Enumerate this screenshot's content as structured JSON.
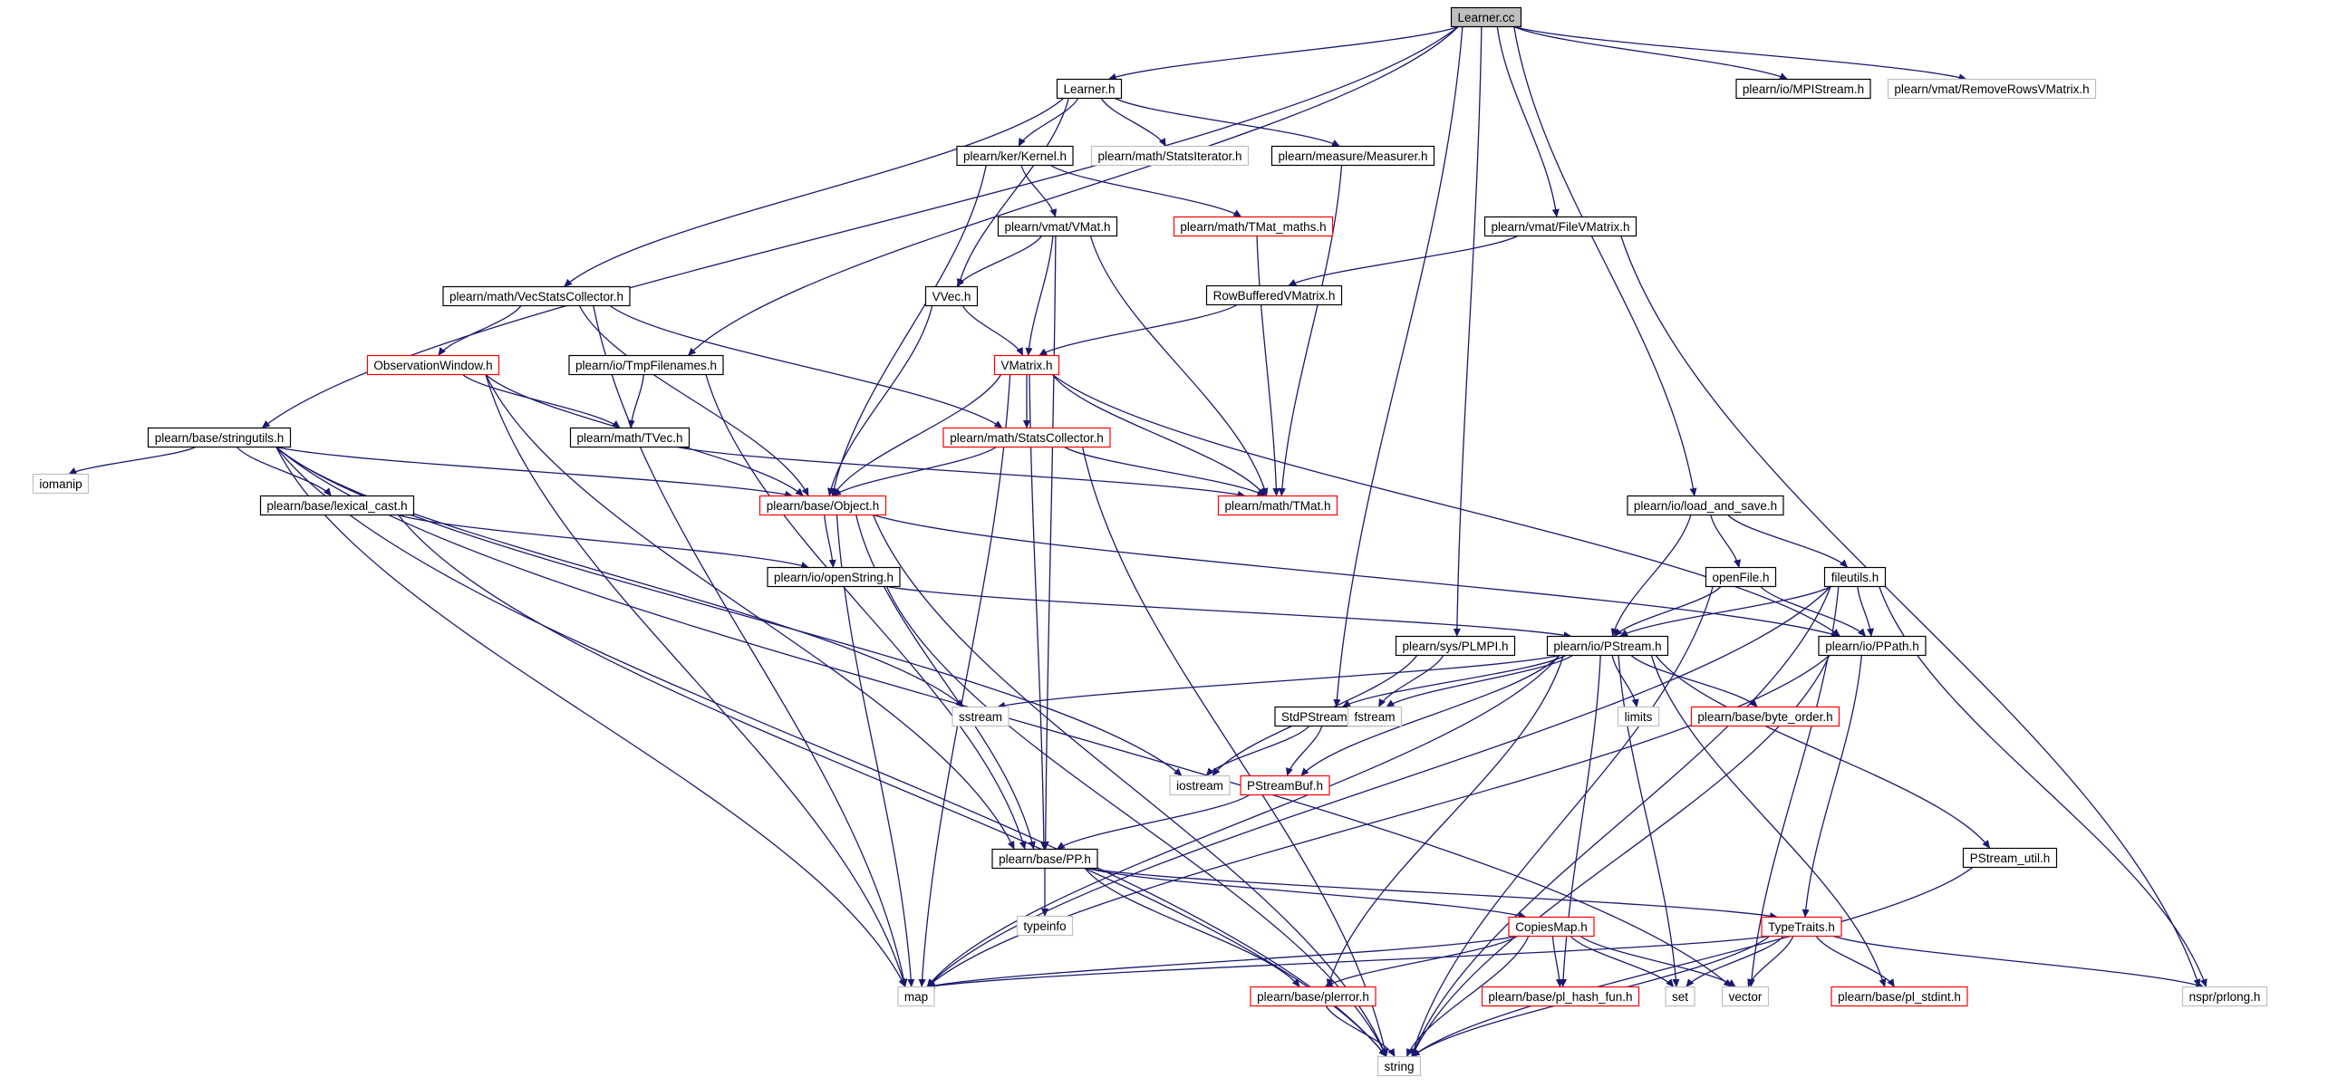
{
  "colors": {
    "edge": "#191970",
    "documented": "#000000",
    "truncated": "#ff0000",
    "external": "#bfbfbf",
    "root_fill": "#bfbfbf"
  },
  "nodes": {
    "n0": {
      "label": "Learner.cc",
      "kind": "root"
    },
    "n1": {
      "label": "Learner.h",
      "kind": "doc"
    },
    "n2": {
      "label": "plearn/io/MPIStream.h",
      "kind": "doc"
    },
    "n3": {
      "label": "plearn/vmat/RemoveRowsVMatrix.h",
      "kind": "ext"
    },
    "n4": {
      "label": "plearn/ker/Kernel.h",
      "kind": "doc"
    },
    "n5": {
      "label": "plearn/math/StatsIterator.h",
      "kind": "ext"
    },
    "n6": {
      "label": "plearn/measure/Measurer.h",
      "kind": "doc"
    },
    "n7": {
      "label": "plearn/vmat/VMat.h",
      "kind": "doc"
    },
    "n8": {
      "label": "plearn/math/TMat_maths.h",
      "kind": "trunc"
    },
    "n9": {
      "label": "plearn/vmat/FileVMatrix.h",
      "kind": "doc"
    },
    "n10": {
      "label": "RowBufferedVMatrix.h",
      "kind": "doc"
    },
    "n11": {
      "label": "plearn/math/VecStatsCollector.h",
      "kind": "doc"
    },
    "n12": {
      "label": "VVec.h",
      "kind": "doc"
    },
    "n13": {
      "label": "ObservationWindow.h",
      "kind": "trunc"
    },
    "n14": {
      "label": "plearn/io/TmpFilenames.h",
      "kind": "doc"
    },
    "n15": {
      "label": "VMatrix.h",
      "kind": "trunc"
    },
    "n16": {
      "label": "plearn/base/stringutils.h",
      "kind": "doc"
    },
    "n17": {
      "label": "plearn/math/StatsCollector.h",
      "kind": "trunc"
    },
    "n18": {
      "label": "plearn/math/TVec.h",
      "kind": "doc"
    },
    "n19": {
      "label": "iomanip",
      "kind": "ext"
    },
    "n20": {
      "label": "plearn/base/lexical_cast.h",
      "kind": "doc"
    },
    "n21": {
      "label": "plearn/base/Object.h",
      "kind": "trunc"
    },
    "n22": {
      "label": "plearn/math/TMat.h",
      "kind": "trunc"
    },
    "n23": {
      "label": "plearn/io/load_and_save.h",
      "kind": "doc"
    },
    "n24": {
      "label": "plearn/io/openString.h",
      "kind": "doc"
    },
    "n25": {
      "label": "openFile.h",
      "kind": "doc"
    },
    "n26": {
      "label": "fileutils.h",
      "kind": "doc"
    },
    "n27": {
      "label": "plearn/sys/PLMPI.h",
      "kind": "doc"
    },
    "n28": {
      "label": "plearn/io/PStream.h",
      "kind": "doc"
    },
    "n29": {
      "label": "plearn/io/PPath.h",
      "kind": "doc"
    },
    "n30": {
      "label": "sstream",
      "kind": "ext"
    },
    "n31": {
      "label": "StdPStreamBuf.h",
      "kind": "doc"
    },
    "n32": {
      "label": "fstream",
      "kind": "ext"
    },
    "n33": {
      "label": "limits",
      "kind": "ext"
    },
    "n34": {
      "label": "plearn/base/byte_order.h",
      "kind": "trunc"
    },
    "n35": {
      "label": "iostream",
      "kind": "ext"
    },
    "n36": {
      "label": "PStreamBuf.h",
      "kind": "trunc"
    },
    "n37": {
      "label": "plearn/base/PP.h",
      "kind": "doc"
    },
    "n38": {
      "label": "PStream_util.h",
      "kind": "doc"
    },
    "n39": {
      "label": "typeinfo",
      "kind": "ext"
    },
    "n40": {
      "label": "CopiesMap.h",
      "kind": "trunc"
    },
    "n41": {
      "label": "TypeTraits.h",
      "kind": "trunc"
    },
    "n42": {
      "label": "map",
      "kind": "ext"
    },
    "n43": {
      "label": "plearn/base/plerror.h",
      "kind": "trunc"
    },
    "n44": {
      "label": "plearn/base/pl_hash_fun.h",
      "kind": "trunc"
    },
    "n45": {
      "label": "set",
      "kind": "ext"
    },
    "n46": {
      "label": "vector",
      "kind": "ext"
    },
    "n47": {
      "label": "plearn/base/pl_stdint.h",
      "kind": "trunc"
    },
    "n48": {
      "label": "nspr/prlong.h",
      "kind": "ext"
    },
    "n49": {
      "label": "string",
      "kind": "ext"
    }
  },
  "edges": [
    [
      "n0",
      "n1"
    ],
    [
      "n0",
      "n2"
    ],
    [
      "n0",
      "n3"
    ],
    [
      "n0",
      "n16"
    ],
    [
      "n0",
      "n14"
    ],
    [
      "n0",
      "n9"
    ],
    [
      "n0",
      "n23"
    ],
    [
      "n0",
      "n27"
    ],
    [
      "n0",
      "n31"
    ],
    [
      "n1",
      "n4"
    ],
    [
      "n1",
      "n5"
    ],
    [
      "n1",
      "n6"
    ],
    [
      "n1",
      "n11"
    ],
    [
      "n1",
      "n12"
    ],
    [
      "n4",
      "n7"
    ],
    [
      "n4",
      "n8"
    ],
    [
      "n4",
      "n21"
    ],
    [
      "n6",
      "n22"
    ],
    [
      "n7",
      "n12"
    ],
    [
      "n7",
      "n15"
    ],
    [
      "n7",
      "n22"
    ],
    [
      "n7",
      "n37"
    ],
    [
      "n8",
      "n22"
    ],
    [
      "n9",
      "n10"
    ],
    [
      "n9",
      "n48"
    ],
    [
      "n10",
      "n15"
    ],
    [
      "n11",
      "n13"
    ],
    [
      "n11",
      "n17"
    ],
    [
      "n11",
      "n21"
    ],
    [
      "n11",
      "n42"
    ],
    [
      "n12",
      "n15"
    ],
    [
      "n12",
      "n21"
    ],
    [
      "n13",
      "n18"
    ],
    [
      "n13",
      "n21"
    ],
    [
      "n13",
      "n37"
    ],
    [
      "n13",
      "n42"
    ],
    [
      "n14",
      "n18"
    ],
    [
      "n14",
      "n37"
    ],
    [
      "n15",
      "n17"
    ],
    [
      "n15",
      "n21"
    ],
    [
      "n15",
      "n22"
    ],
    [
      "n15",
      "n29"
    ],
    [
      "n15",
      "n37"
    ],
    [
      "n15",
      "n42"
    ],
    [
      "n16",
      "n19"
    ],
    [
      "n16",
      "n20"
    ],
    [
      "n16",
      "n21"
    ],
    [
      "n16",
      "n30"
    ],
    [
      "n16",
      "n35"
    ],
    [
      "n16",
      "n42"
    ],
    [
      "n16",
      "n46"
    ],
    [
      "n16",
      "n49"
    ],
    [
      "n17",
      "n21"
    ],
    [
      "n17",
      "n22"
    ],
    [
      "n17",
      "n49"
    ],
    [
      "n18",
      "n22"
    ],
    [
      "n20",
      "n24"
    ],
    [
      "n20",
      "n49"
    ],
    [
      "n21",
      "n24"
    ],
    [
      "n21",
      "n29"
    ],
    [
      "n21",
      "n37"
    ],
    [
      "n21",
      "n42"
    ],
    [
      "n21",
      "n49"
    ],
    [
      "n23",
      "n25"
    ],
    [
      "n23",
      "n26"
    ],
    [
      "n23",
      "n28"
    ],
    [
      "n24",
      "n28"
    ],
    [
      "n24",
      "n49"
    ],
    [
      "n25",
      "n28"
    ],
    [
      "n25",
      "n29"
    ],
    [
      "n25",
      "n49"
    ],
    [
      "n26",
      "n28"
    ],
    [
      "n26",
      "n29"
    ],
    [
      "n26",
      "n42"
    ],
    [
      "n26",
      "n46"
    ],
    [
      "n26",
      "n48"
    ],
    [
      "n26",
      "n49"
    ],
    [
      "n27",
      "n32"
    ],
    [
      "n27",
      "n35"
    ],
    [
      "n28",
      "n30"
    ],
    [
      "n28",
      "n31"
    ],
    [
      "n28",
      "n32"
    ],
    [
      "n28",
      "n33"
    ],
    [
      "n28",
      "n34"
    ],
    [
      "n28",
      "n36"
    ],
    [
      "n28",
      "n38"
    ],
    [
      "n28",
      "n42"
    ],
    [
      "n28",
      "n43"
    ],
    [
      "n28",
      "n44"
    ],
    [
      "n28",
      "n45"
    ],
    [
      "n28",
      "n47"
    ],
    [
      "n29",
      "n41"
    ],
    [
      "n29",
      "n42"
    ],
    [
      "n29",
      "n49"
    ],
    [
      "n31",
      "n35"
    ],
    [
      "n31",
      "n36"
    ],
    [
      "n36",
      "n37"
    ],
    [
      "n37",
      "n39"
    ],
    [
      "n37",
      "n40"
    ],
    [
      "n37",
      "n41"
    ],
    [
      "n37",
      "n43"
    ],
    [
      "n38",
      "n49"
    ],
    [
      "n40",
      "n42"
    ],
    [
      "n40",
      "n43"
    ],
    [
      "n40",
      "n44"
    ],
    [
      "n40",
      "n45"
    ],
    [
      "n40",
      "n46"
    ],
    [
      "n40",
      "n49"
    ],
    [
      "n41",
      "n42"
    ],
    [
      "n41",
      "n45"
    ],
    [
      "n41",
      "n46"
    ],
    [
      "n41",
      "n47"
    ],
    [
      "n41",
      "n48"
    ],
    [
      "n41",
      "n49"
    ],
    [
      "n43",
      "n49"
    ]
  ]
}
